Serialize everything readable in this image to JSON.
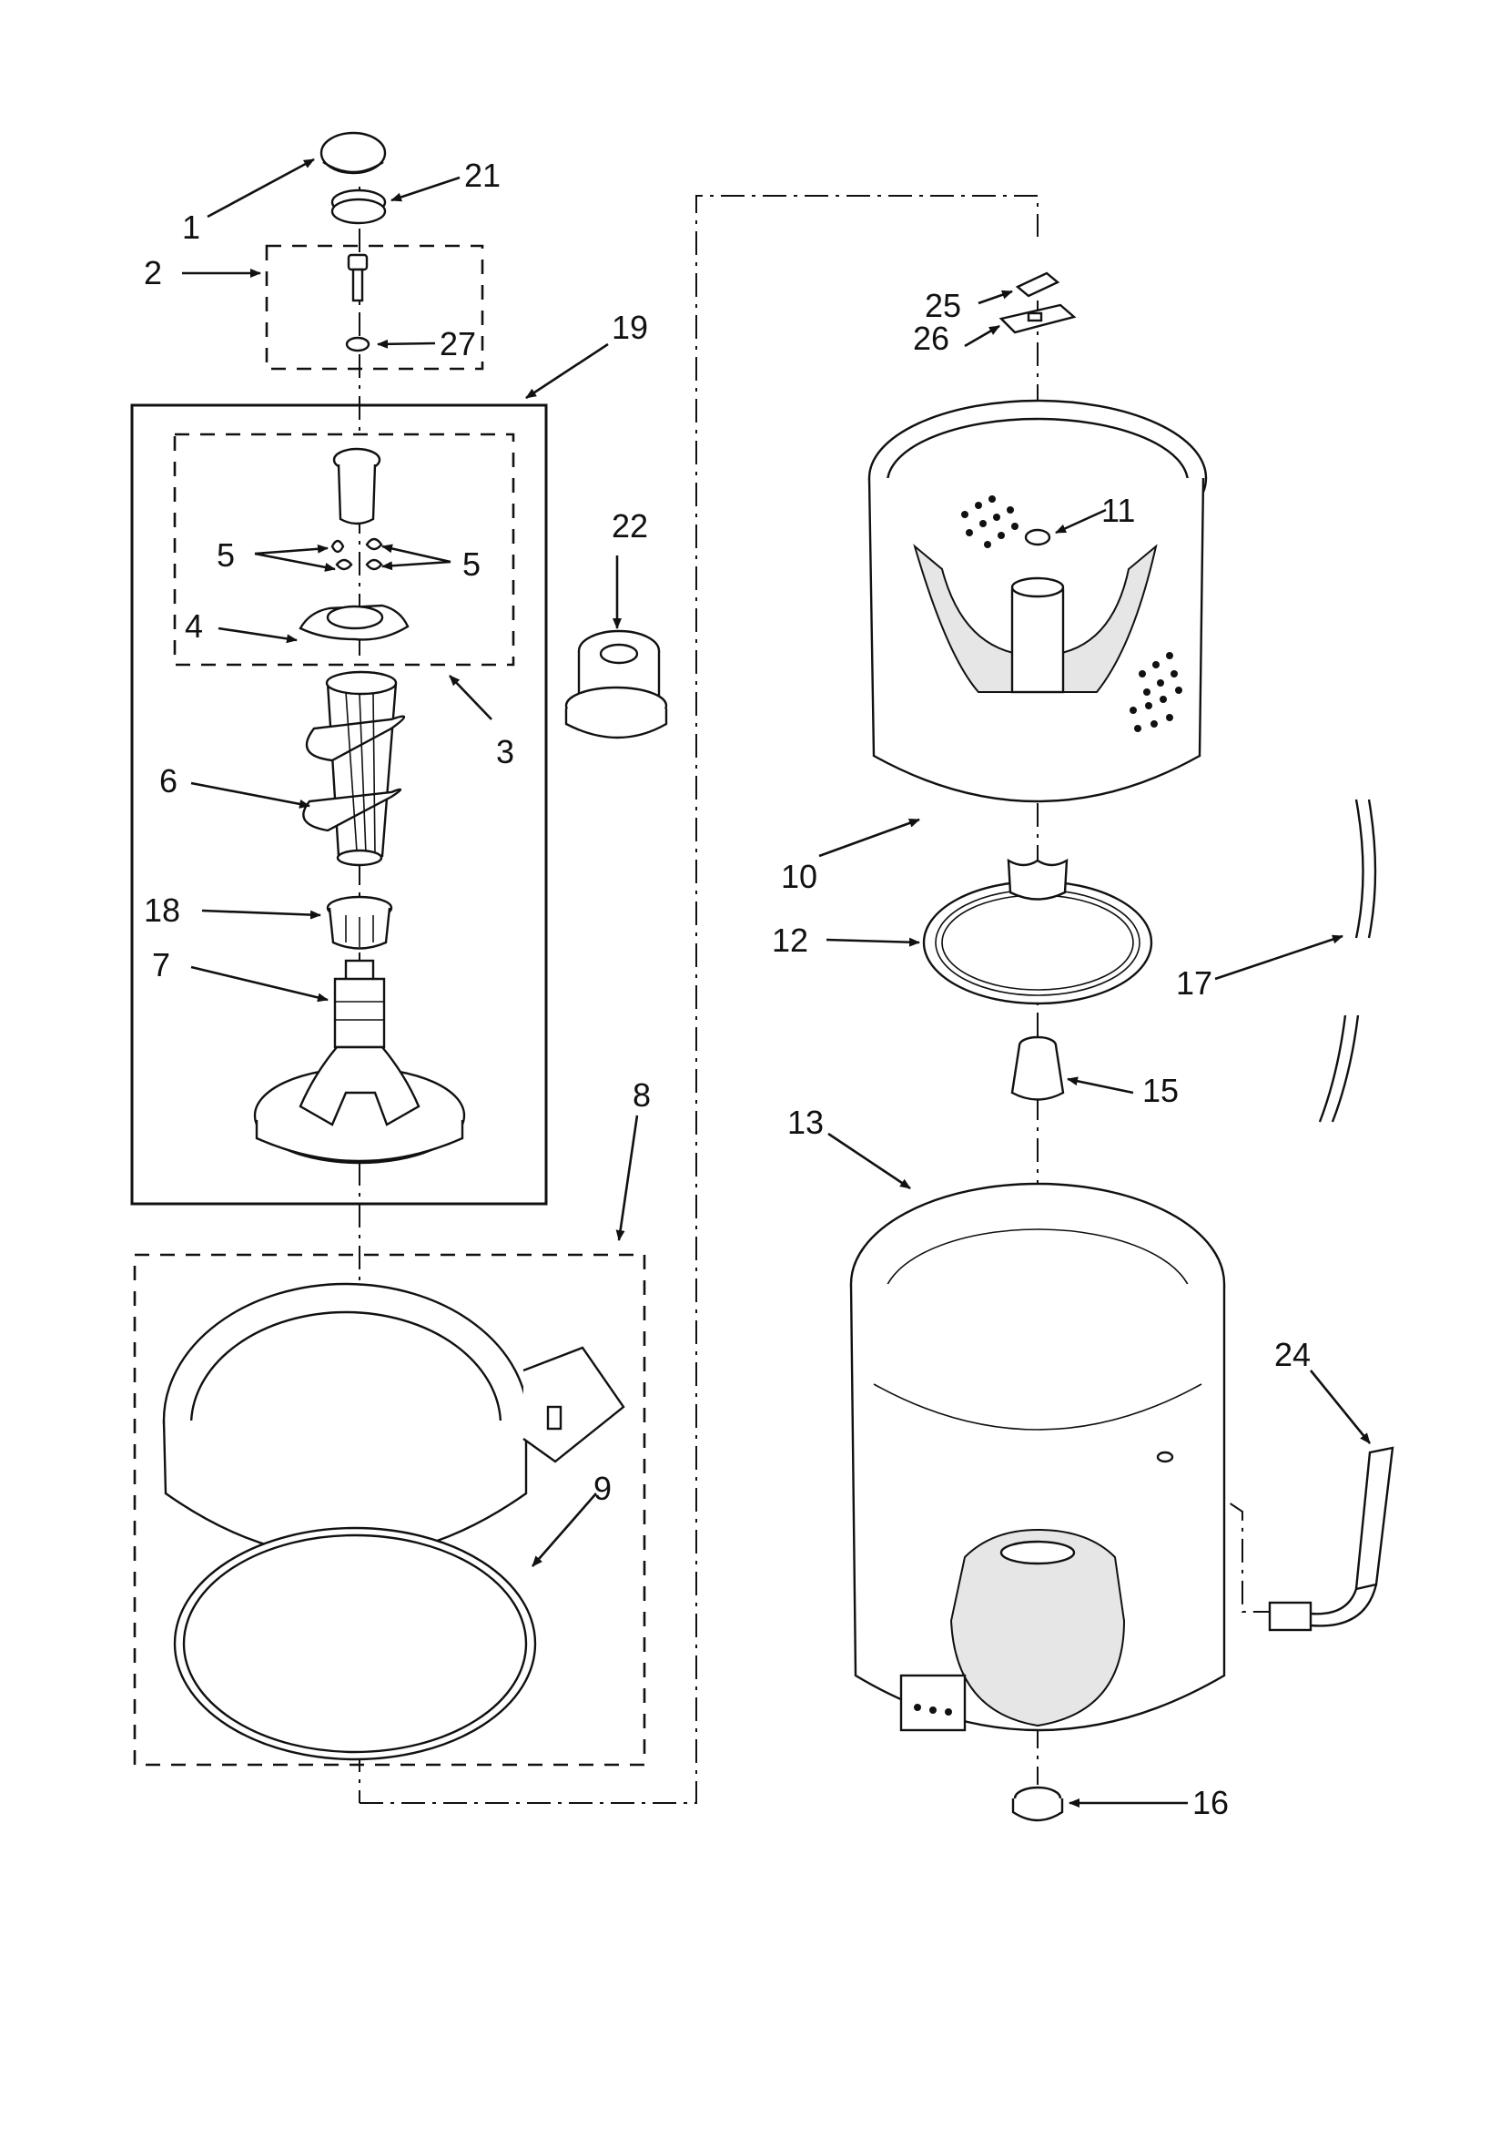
{
  "diagram": {
    "callouts": [
      {
        "id": "c1",
        "label": "1"
      },
      {
        "id": "c21",
        "label": "21"
      },
      {
        "id": "c2",
        "label": "2"
      },
      {
        "id": "c27",
        "label": "27"
      },
      {
        "id": "c19",
        "label": "19"
      },
      {
        "id": "c5a",
        "label": "5"
      },
      {
        "id": "c5b",
        "label": "5"
      },
      {
        "id": "c4",
        "label": "4"
      },
      {
        "id": "c3",
        "label": "3"
      },
      {
        "id": "c6",
        "label": "6"
      },
      {
        "id": "c18",
        "label": "18"
      },
      {
        "id": "c7",
        "label": "7"
      },
      {
        "id": "c22",
        "label": "22"
      },
      {
        "id": "c8",
        "label": "8"
      },
      {
        "id": "c9",
        "label": "9"
      },
      {
        "id": "c25",
        "label": "25"
      },
      {
        "id": "c26",
        "label": "26"
      },
      {
        "id": "c11",
        "label": "11"
      },
      {
        "id": "c10",
        "label": "10"
      },
      {
        "id": "c12",
        "label": "12"
      },
      {
        "id": "c17",
        "label": "17"
      },
      {
        "id": "c15",
        "label": "15"
      },
      {
        "id": "c13",
        "label": "13"
      },
      {
        "id": "c24",
        "label": "24"
      },
      {
        "id": "c16",
        "label": "16"
      }
    ]
  }
}
